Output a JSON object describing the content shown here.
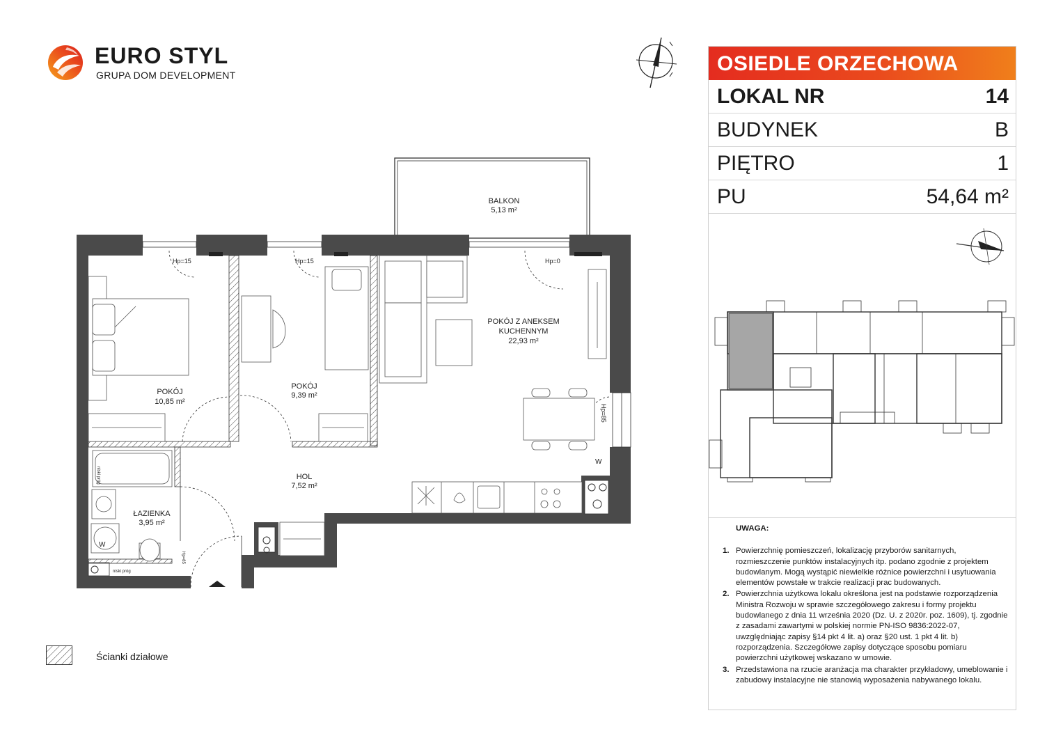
{
  "brand": {
    "name": "EURO STYL",
    "subtitle": "GRUPA DOM DEVELOPMENT",
    "colors": {
      "orange": "#f07f1b",
      "red": "#e42c1f"
    }
  },
  "panel": {
    "title": "OSIEDLE ORZECHOWA",
    "rows": [
      {
        "label": "LOKAL NR",
        "value": "14"
      },
      {
        "label": "BUDYNEK",
        "value": "B"
      },
      {
        "label": "PIĘTRO",
        "value": "1"
      },
      {
        "label": "PU",
        "value": "54,64 m²"
      }
    ]
  },
  "notes": {
    "title": "UWAGA:",
    "items": [
      {
        "num": "1.",
        "text": "Powierzchnię pomieszczeń, lokalizację przyborów sanitarnych, rozmieszczenie punktów instalacyjnych itp. podano zgodnie z projektem budowlanym. Mogą wystąpić niewielkie różnice powierzchni i usytuowania elementów powstałe w trakcie realizacji prac budowanych."
      },
      {
        "num": "2.",
        "text": "Powierzchnia użytkowa lokalu określona jest na podstawie rozporządzenia Ministra Rozwoju w sprawie szczegółowego zakresu i formy projektu budowlanego z dnia 11 września 2020 (Dz. U. z 2020r. poz. 1609), tj. zgodnie z zasadami zawartymi w polskiej normie PN-ISO 9836:2022-07, uwzględniając zapisy §14 pkt 4 lit. a) oraz §20 ust. 1 pkt 4 lit. b) rozporządzenia. Szczegółowe zapisy dotyczące sposobu pomiaru powierzchni użytkowej wskazano w umowie."
      },
      {
        "num": "3.",
        "text": "Przedstawiona na rzucie aranżacja ma charakter przykładowy, umeblowanie i zabudowy instalacyjne nie stanowią wyposażenia nabywanego lokalu."
      }
    ]
  },
  "legend": {
    "label": "Ścianki działowe",
    "icon": "hatch-swatch-icon"
  },
  "plan": {
    "rooms": [
      {
        "name": "BALKON",
        "area": "5,13 m²"
      },
      {
        "name": "POKÓJ",
        "area": "10,85 m²"
      },
      {
        "name": "POKÓJ",
        "area": "9,39 m²"
      },
      {
        "name": "POKÓJ Z ANEKSEM",
        "name2": "KUCHENNYM",
        "area": "22,93 m²"
      },
      {
        "name": "HOL",
        "area": "7,52 m²"
      },
      {
        "name": "ŁAZIENKA",
        "area": "3,95 m²"
      }
    ],
    "marks": {
      "hp1": "Hp=15",
      "hp2": "Hp=15",
      "hp3": "Hp=0",
      "hp4": "Hp=85",
      "w1": "W",
      "w2": "W",
      "prog1": "niski próg",
      "prog2": "niski próg",
      "hp5": "Hp=85"
    },
    "icons": [
      "compass-north-icon",
      "entrance-arrow-icon"
    ]
  },
  "keyplan": {
    "icons": [
      "keyplan-compass-icon"
    ],
    "highlight_color": "#a6a6a6"
  }
}
